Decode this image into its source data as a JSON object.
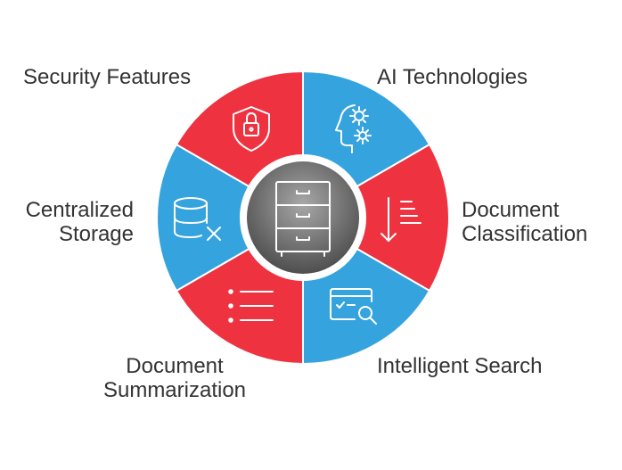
{
  "colors": {
    "red": "#ee3240",
    "blue": "#35a3dd",
    "hub_dark": "#555555",
    "hub_light": "#b0b0b0",
    "icon_stroke": "#ffffff",
    "text": "#333333"
  },
  "hub": {
    "icon": "filing-cabinet-icon"
  },
  "segments": [
    {
      "id": "ai-technologies",
      "label_lines": [
        "AI Technologies"
      ],
      "color": "#35a3dd",
      "icon": "ai-head-gears-icon"
    },
    {
      "id": "document-classification",
      "label_lines": [
        "Document",
        "Classification"
      ],
      "color": "#ee3240",
      "icon": "sort-descending-icon"
    },
    {
      "id": "intelligent-search",
      "label_lines": [
        "Intelligent Search"
      ],
      "color": "#35a3dd",
      "icon": "search-window-icon"
    },
    {
      "id": "document-summarization",
      "label_lines": [
        "Document",
        "Summarization"
      ],
      "color": "#ee3240",
      "icon": "bullet-list-icon"
    },
    {
      "id": "centralized-storage",
      "label_lines": [
        "Centralized",
        "Storage"
      ],
      "color": "#35a3dd",
      "icon": "database-x-icon"
    },
    {
      "id": "security-features",
      "label_lines": [
        "Security Features"
      ],
      "color": "#ee3240",
      "icon": "shield-lock-icon"
    }
  ]
}
